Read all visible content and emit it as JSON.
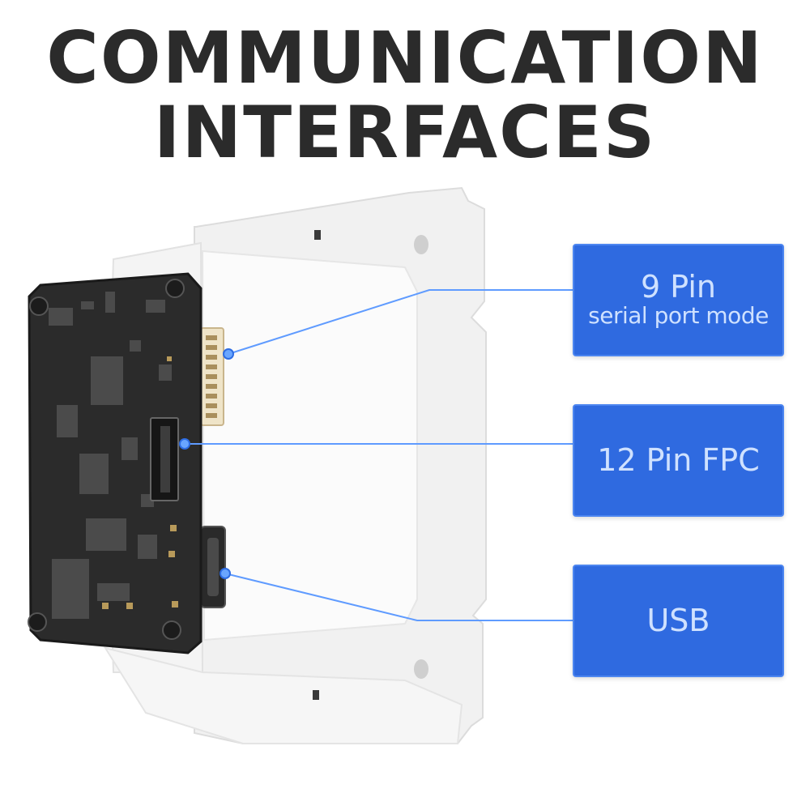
{
  "title": {
    "line1": "COMMUNICATION",
    "line2": "INTERFACES"
  },
  "labels": [
    {
      "main": "9 Pin",
      "sub": "serial port mode"
    },
    {
      "main": "12 Pin FPC"
    },
    {
      "main": "USB"
    }
  ],
  "colors": {
    "title": "#2b2b2b",
    "label_bg": "#2f6ae0",
    "label_text": "#cfe1ff",
    "connector_line": "#5f9bff"
  }
}
